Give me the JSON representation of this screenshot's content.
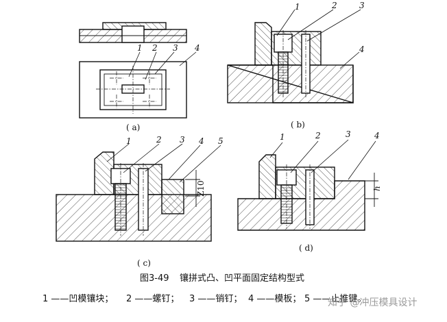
{
  "views": {
    "a": {
      "label": "( a)",
      "callouts": [
        "1",
        "2",
        "3",
        "4"
      ]
    },
    "b": {
      "label": "( b)",
      "callouts": [
        "1",
        "2",
        "3",
        "4"
      ]
    },
    "c": {
      "label": "( c)",
      "callouts": [
        "1",
        "2",
        "3",
        "4",
        "5"
      ],
      "dimension": "Z10"
    },
    "d": {
      "label": "( d)",
      "callouts": [
        "1",
        "2",
        "3",
        "4"
      ],
      "dimension": "h"
    }
  },
  "caption": {
    "figure_no": "图3-49",
    "title": "镶拼式凸、凹平面固定结构型式"
  },
  "legend": {
    "items": [
      "1 ——凹模镶块；",
      "2 ——螺钉；",
      "3 ——销钉；",
      "4 ——模板；",
      "5 ——止推键。"
    ]
  },
  "watermark": "知乎 @冲压模具设计"
}
